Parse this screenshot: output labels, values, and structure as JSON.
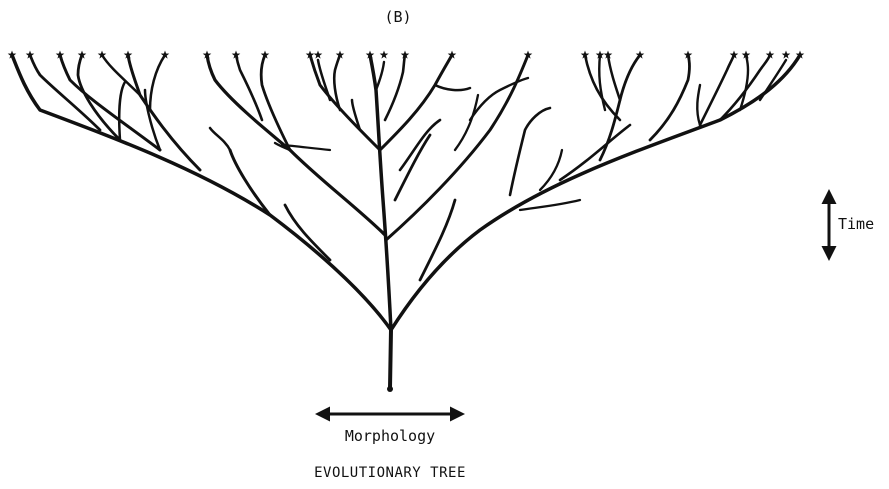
{
  "panel_label": "(B)",
  "axes": {
    "time_label": "Time",
    "morphology_label": "Morphology"
  },
  "caption": "EVOLUTIONARY TREE",
  "colors": {
    "ink": "#111111",
    "background": "#ffffff"
  },
  "tip_marker": "star"
}
